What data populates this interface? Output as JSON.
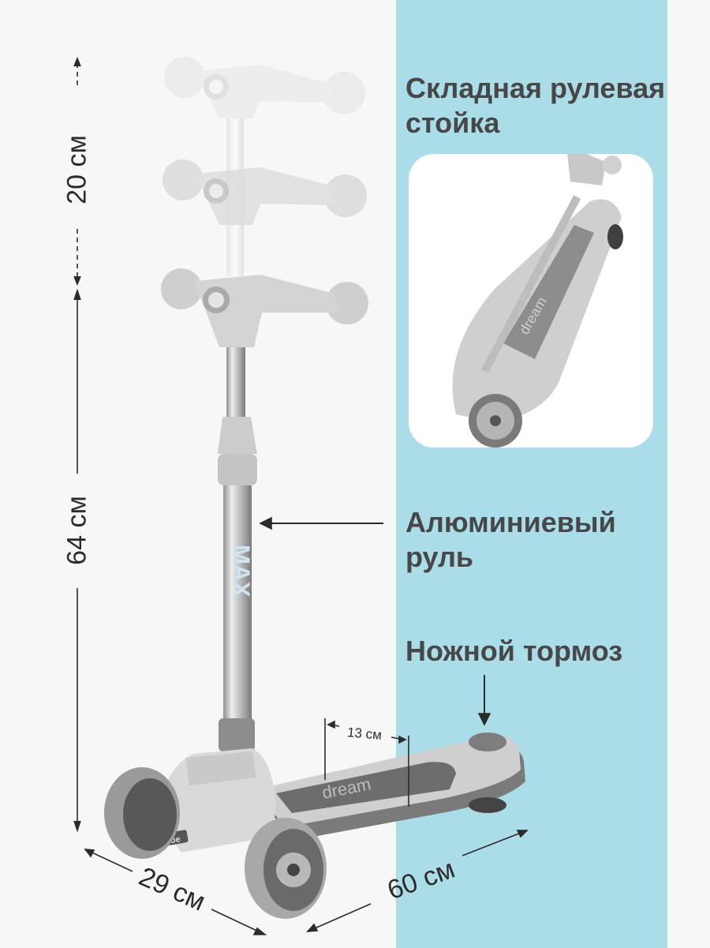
{
  "features": {
    "folding": "Складная рулевая стойка",
    "aluminum": "Алюминиевый руль",
    "brake": "Ножной тормоз"
  },
  "dimensions": {
    "height_adjust": "20 см",
    "height_base": "64 см",
    "width": "29 см",
    "length": "60 см",
    "deck_width": "13 см"
  },
  "branding": {
    "deck_text": "dream",
    "bar_text": "MAX",
    "base_text": "toptoe"
  },
  "colors": {
    "panel": "#abdde9",
    "background": "#f7f7f7",
    "text": "#474747"
  }
}
